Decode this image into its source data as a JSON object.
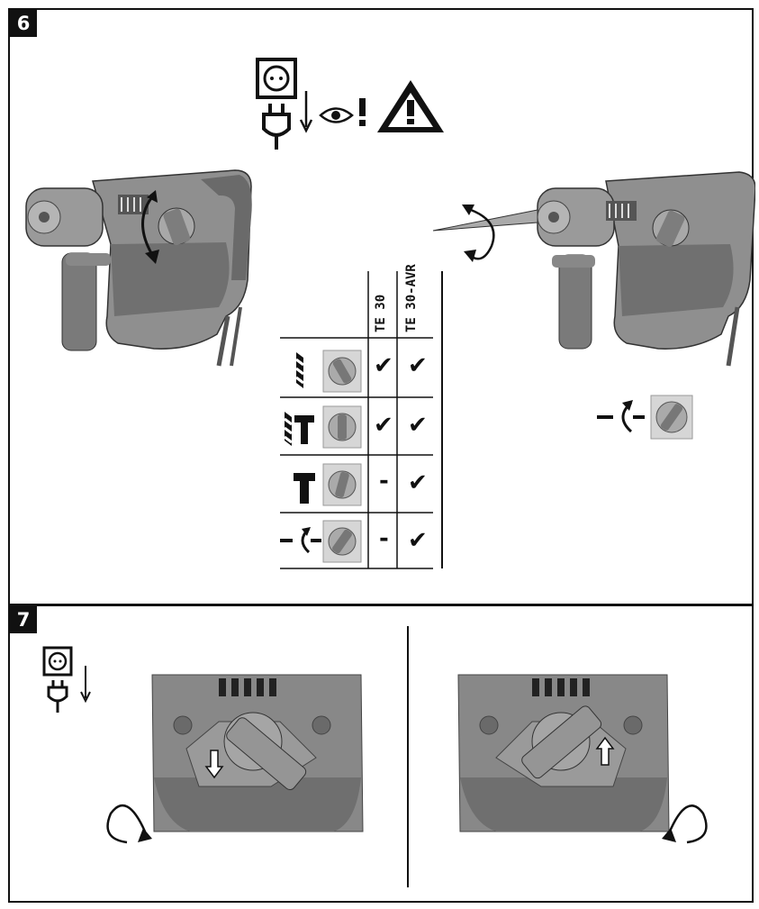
{
  "figures": [
    {
      "number": "6"
    },
    {
      "number": "7"
    }
  ],
  "table": {
    "columns": [
      "TE 30",
      "TE 30-AVR"
    ],
    "rows": [
      {
        "mode": "drill-icon",
        "te30": "✔",
        "te30avr": "✔"
      },
      {
        "mode": "drill-chisel-icon",
        "te30": "✔",
        "te30avr": "✔"
      },
      {
        "mode": "chisel-icon",
        "te30": "-",
        "te30avr": "✔"
      },
      {
        "mode": "chisel-position-icon",
        "te30": "-",
        "te30avr": "✔"
      }
    ]
  },
  "icons": [
    "plug-icon",
    "down-arrow-icon",
    "eye-icon",
    "warning-icon",
    "rotate-arrow-icon",
    "selector-switch-icon"
  ]
}
